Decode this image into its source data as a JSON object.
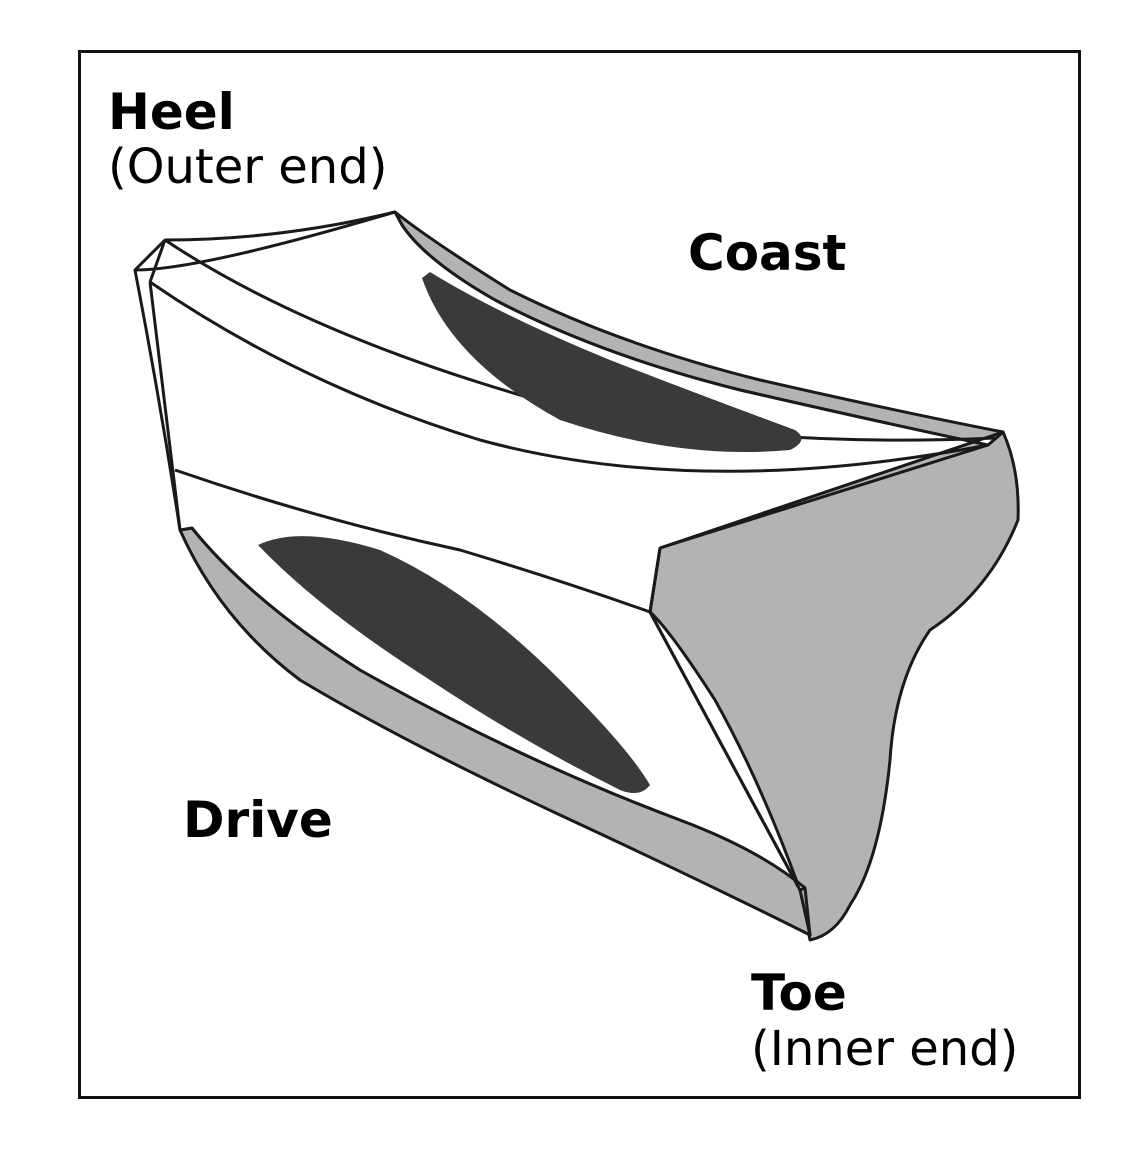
{
  "labels": {
    "heel": "Heel",
    "heel_sub": "(Outer end)",
    "coast": "Coast",
    "drive": "Drive",
    "toe": "Toe",
    "toe_sub": "(Inner end)"
  },
  "colors": {
    "outline": "#1a1a1a",
    "face": "#ffffff",
    "side_gray": "#b3b3b3",
    "contact_pattern": "#3a3a3c"
  }
}
